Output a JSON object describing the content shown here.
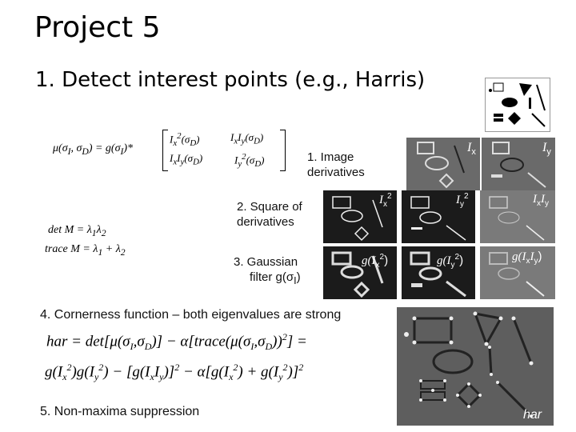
{
  "slide": {
    "title": "Project 5",
    "item1": "1.  Detect interest points (e.g., Harris)"
  },
  "steps": {
    "s1": [
      "1. Image",
      "derivatives"
    ],
    "s2": [
      "2. Square of",
      "derivatives"
    ],
    "s3a": "3. Gaussian",
    "s3b": "filter g(σ",
    "s3c": "I",
    "s3d": ")",
    "s4": "4. Cornerness function – both eigenvalues are strong",
    "s5": "5. Non-maxima suppression"
  },
  "thumbs": {
    "ix": {
      "base": "I",
      "sub": "x"
    },
    "iy": {
      "base": "I",
      "sub": "y"
    },
    "ix2": {
      "base": "I",
      "sub": "x",
      "sup": "2"
    },
    "iy2": {
      "base": "I",
      "sub": "y",
      "sup": "2"
    },
    "ixiy": {
      "a": "I",
      "as": "x",
      "b": "I",
      "bs": "y"
    },
    "gix2": {
      "pre": "g(I",
      "sub": "x",
      "sup": "2",
      "post": ")"
    },
    "giy2": {
      "pre": "g(I",
      "sub": "y",
      "sup": "2",
      "post": ")"
    },
    "gixiy": {
      "pre": "g(I",
      "s1": "x",
      "mid": "I",
      "s2": "y",
      "post": ")"
    },
    "har": "har"
  },
  "equations": {
    "mu_lhs": "μ(σ",
    "mu_sub1": "I",
    "mu_mid": ", σ",
    "mu_sub2": "D",
    "mu_rhs": ") = g(σ",
    "mu_sub3": "I",
    "mu_end": ")*",
    "m11": "I",
    "m11s": "x",
    "m11p": "2",
    "m11a": "(σ",
    "m11b": "D",
    "m11c": ")",
    "m12": "I",
    "m12s": "x",
    "m12b": "I",
    "m12bs": "y",
    "m12a": "(σ",
    "m12d": "D",
    "m12c": ")",
    "m21": "I",
    "m21s": "x",
    "m21b": "I",
    "m21bs": "y",
    "m21a": "(σ",
    "m21d": "D",
    "m21c": ")",
    "m22": "I",
    "m22s": "y",
    "m22p": "2",
    "m22a": "(σ",
    "m22b": "D",
    "m22c": ")",
    "det": "det M = λ",
    "det1": "1",
    "det2": "λ",
    "det3": "2",
    "trace": "trace M = λ",
    "trace1": "1",
    "trace2": " + λ",
    "trace3": "2",
    "har1": "har = det[μ(σ",
    "har1s1": "I",
    "har1a": ",σ",
    "har1s2": "D",
    "har1b": ")] − α[trace(μ(σ",
    "har1s3": "I",
    "har1c": ",σ",
    "har1s4": "D",
    "har1d": "))",
    "har1p": "2",
    "har1e": "] =",
    "har2": "g(I",
    "har2s1": "x",
    "har2p1": "2",
    "har2a": ")g(I",
    "har2s2": "y",
    "har2p2": "2",
    "har2b": ") − [g(I",
    "har2s3": "x",
    "har2c": "I",
    "har2s4": "y",
    "har2d": ")]",
    "har2p3": "2",
    "har2e": " − α[g(I",
    "har2s5": "x",
    "har2p4": "2",
    "har2f": ") + g(I",
    "har2s6": "y",
    "har2p5": "2",
    "har2g": ")]",
    "har2p6": "2"
  }
}
